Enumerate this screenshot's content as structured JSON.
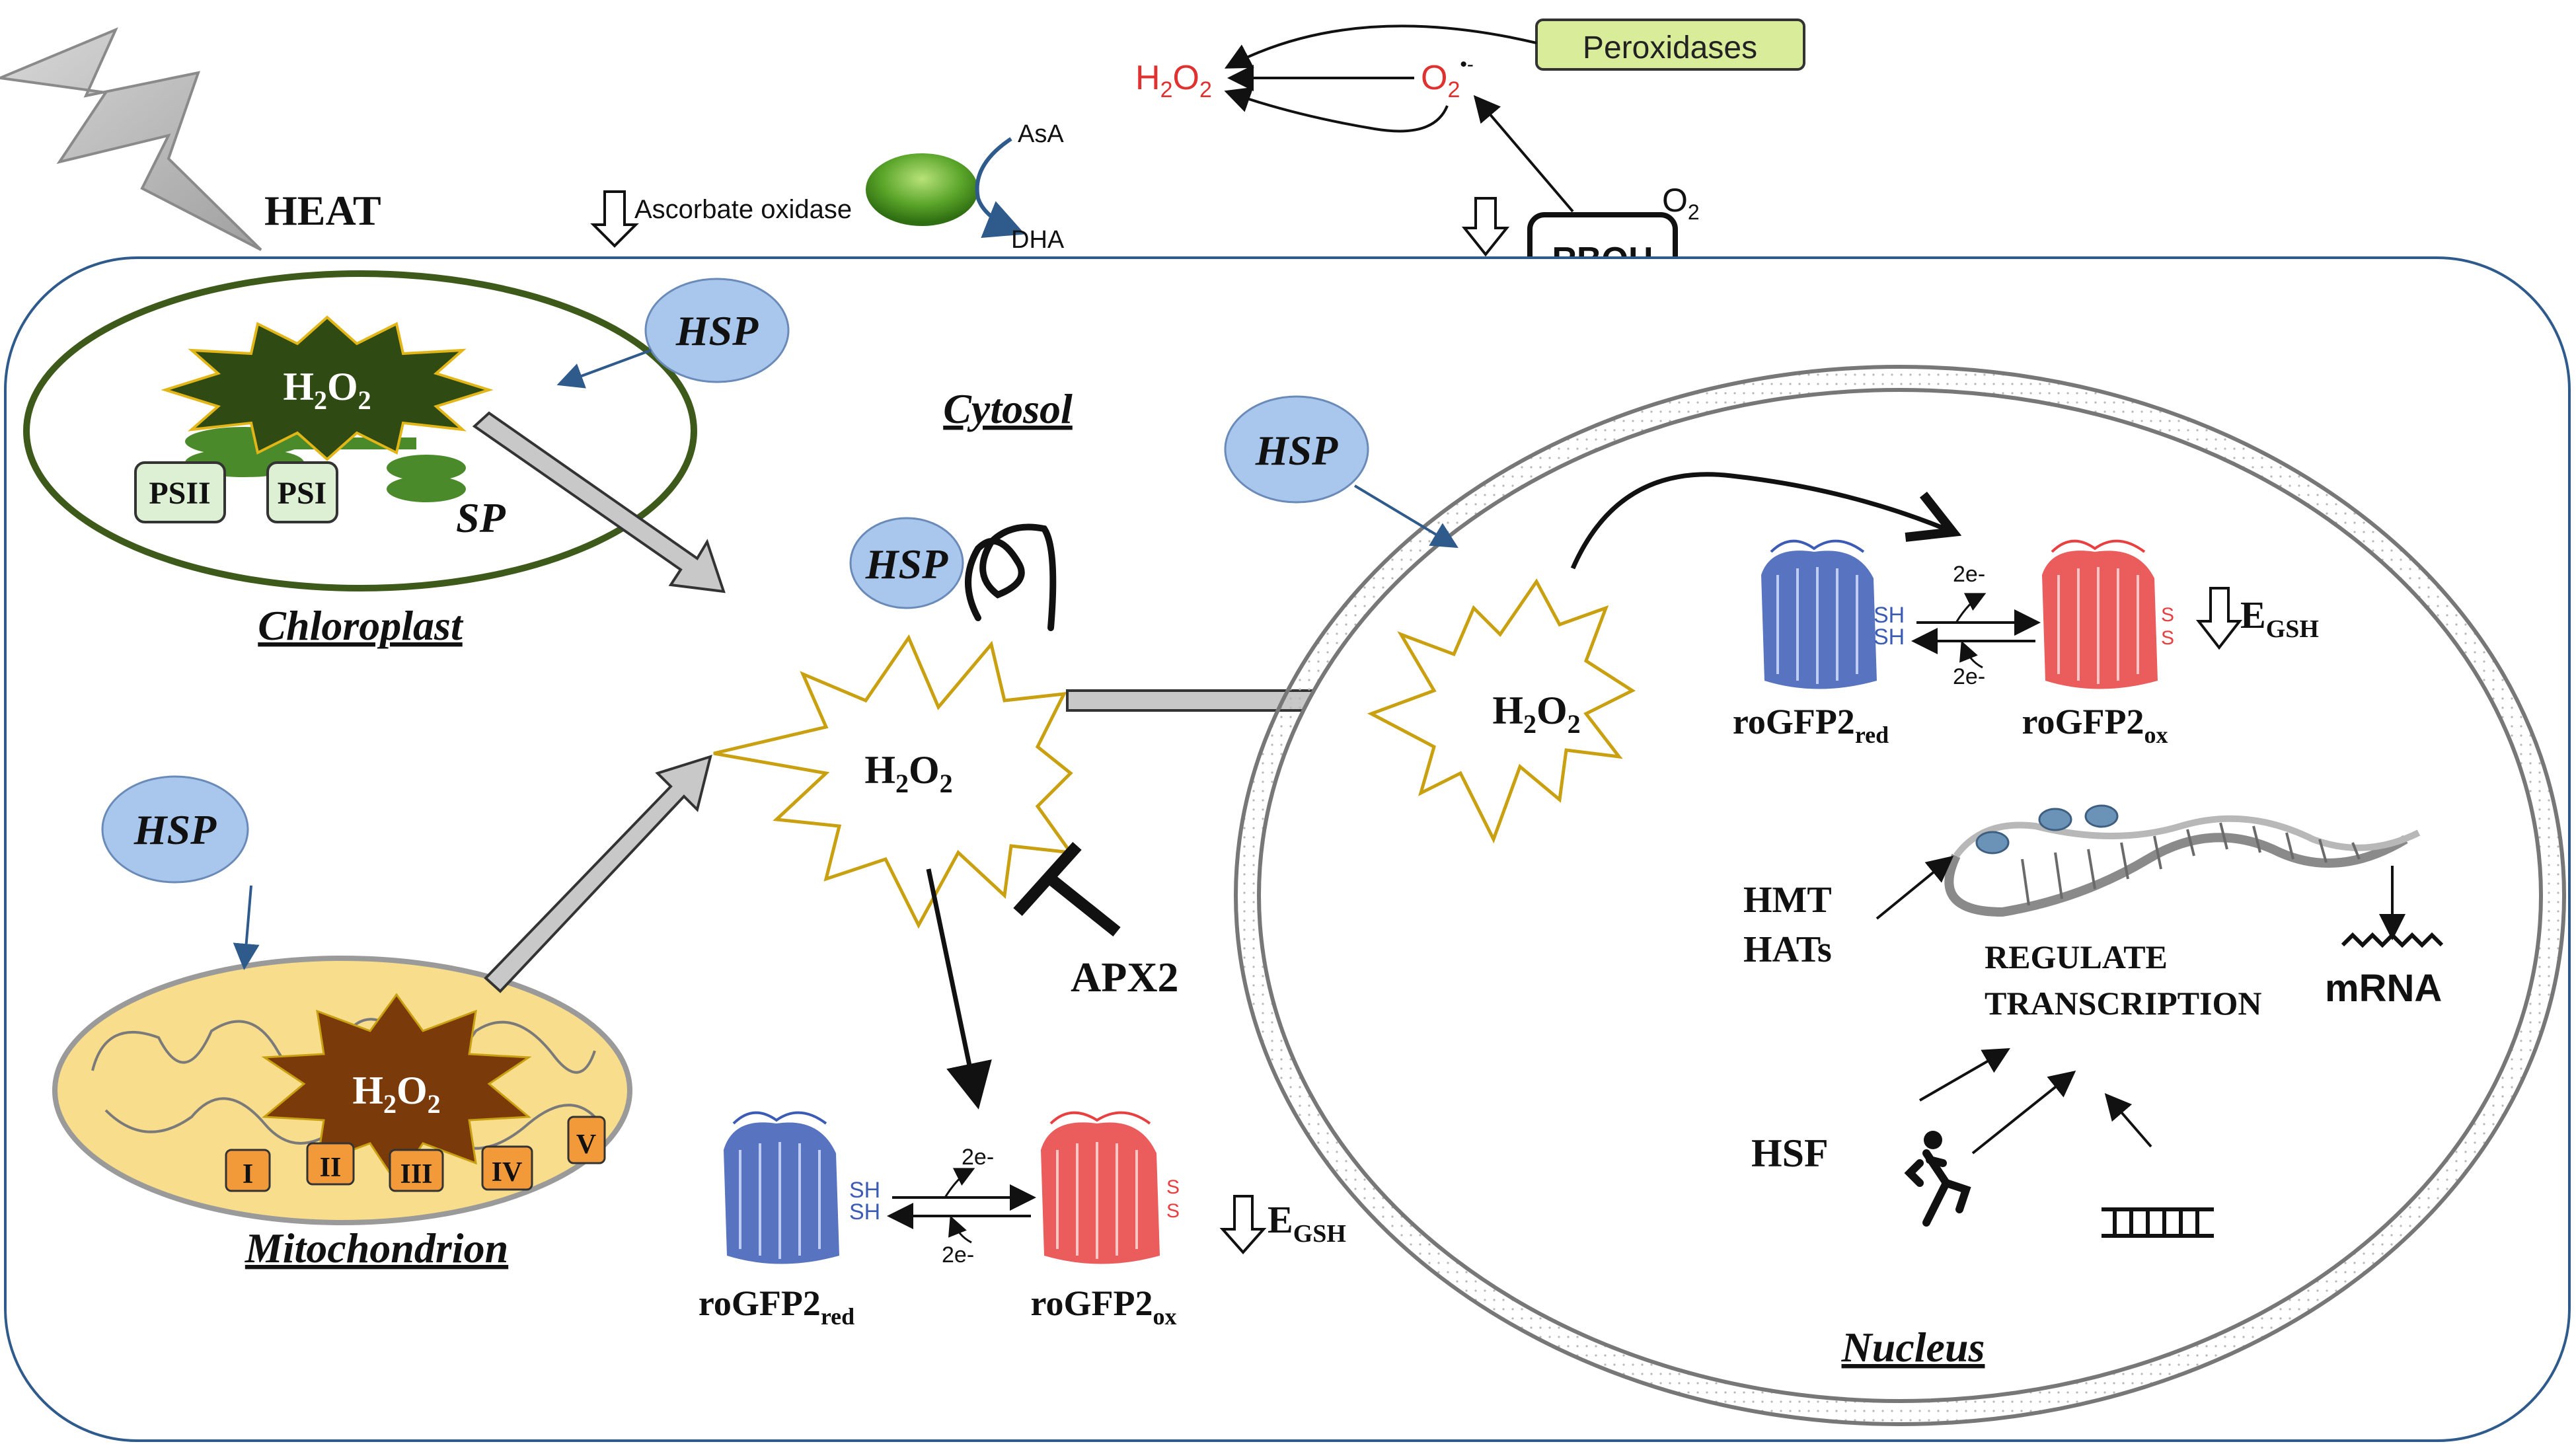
{
  "top": {
    "peroxidases": "Peroxidases",
    "h2o2": "H",
    "h2o2_sub": "2",
    "h2o2_o": "O",
    "h2o2_sub2": "2",
    "superoxide": "O",
    "superoxide_sub": "2",
    "superoxide_sup": "•-",
    "o2": "O",
    "o2_sub": "2",
    "rboh": "RBOH",
    "asa": "AsA",
    "dha": "DHA",
    "ascorbate_oxidase": "Ascorbate oxidase",
    "heat": "HEAT"
  },
  "chloroplast": {
    "label": "Chloroplast",
    "h": "H",
    "sub1": "2",
    "o": "O",
    "sub2": "2",
    "psii": "PSII",
    "psi": "PSI",
    "sp": "SP",
    "hsp": "HSP"
  },
  "mitochondrion": {
    "label": "Mitochondrion",
    "h": "H",
    "sub1": "2",
    "o": "O",
    "sub2": "2",
    "hsp": "HSP",
    "complexes": [
      "I",
      "II",
      "III",
      "IV",
      "V"
    ]
  },
  "cytosol": {
    "label": "Cytosol",
    "hsp": "HSP",
    "h": "H",
    "sub1": "2",
    "o": "O",
    "sub2": "2",
    "apx2": "APX2",
    "sh1": "SH",
    "sh2": "SH",
    "s1": "S",
    "s2": "S",
    "e_top": "2e-",
    "e_bottom": "2e-",
    "rogfp_red": "roGFP2",
    "rogfp_red_sub": "red",
    "rogfp_ox": "roGFP2",
    "rogfp_ox_sub": "ox",
    "egsh": "E",
    "egsh_sub": "GSH"
  },
  "nucleus": {
    "label": "Nucleus",
    "hsp": "HSP",
    "h": "H",
    "sub1": "2",
    "o": "O",
    "sub2": "2",
    "sh1": "SH",
    "sh2": "SH",
    "s1": "S",
    "s2": "S",
    "e_top": "2e-",
    "e_bottom": "2e-",
    "rogfp_red": "roGFP2",
    "rogfp_red_sub": "red",
    "rogfp_ox": "roGFP2",
    "rogfp_ox_sub": "ox",
    "egsh": "E",
    "egsh_sub": "GSH",
    "hmt": "HMT",
    "hats": "HATs",
    "regulate": "REGULATE",
    "transcription": "TRANSCRIPTION",
    "mrna": "mRNA",
    "hsf": "HSF"
  },
  "colors": {
    "cell_border": "#2f5a8c",
    "hsp_fill": "#a9c6ec",
    "chloroplast_border": "#3d5a1a",
    "chloroplast_star": "#2f4a12",
    "thylakoid": "#4a8a2a",
    "mito_fill": "#f8dd8c",
    "mito_star": "#7a3a0a",
    "complex_fill": "#f29a3a",
    "star_outline": "#c8a010",
    "peroxidase_fill": "#d8ec9a",
    "ros_red": "#e03030",
    "rogfp_blue": "#3b5bb5",
    "rogfp_red_col": "#e84040",
    "gray_arrow": "#c8c8c8"
  }
}
